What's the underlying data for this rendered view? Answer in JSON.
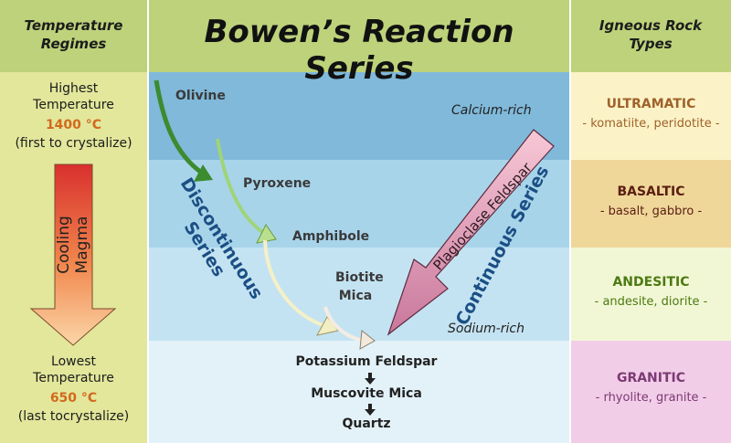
{
  "left": {
    "header": "Temperature Regimes",
    "high_label_1": "Highest",
    "high_label_2": "Temperature",
    "high_temp": "1400 °C",
    "high_note": "(first to crystalize)",
    "arrow_label": "Cooling Magma",
    "low_label_1": "Lowest",
    "low_label_2": "Temperature",
    "low_temp": "650 °C",
    "low_note": "(last tocrystalize)"
  },
  "center": {
    "title": "Bowen’s Reaction Series",
    "minerals": {
      "olivine": "Olivine",
      "pyroxene": "Pyroxene",
      "amphibole": "Amphibole",
      "biotite_1": "Biotite",
      "biotite_2": "Mica",
      "potassium": "Potassium Feldspar",
      "muscovite": "Muscovite Mica",
      "quartz": "Quartz"
    },
    "discontinuous": "Discontinuous Series",
    "continuous": "Continuous Series",
    "plagioclase": "Plagioclase Feldspar",
    "calcium": "Calcium-rich",
    "sodium": "Sodium-rich"
  },
  "right": {
    "header": "Igneous Rock Types",
    "types": [
      {
        "name": "ULTRAMATIC",
        "examples": "- komatiite, peridotite -",
        "color": "#a0612a",
        "bg": "#fbf3c7"
      },
      {
        "name": "BASALTIC",
        "examples": "- basalt, gabbro -",
        "color": "#5a1d10",
        "bg": "#efd79a"
      },
      {
        "name": "ANDESITIC",
        "examples": "- andesite, diorite -",
        "color": "#4c7a12",
        "bg": "#f1f7d4"
      },
      {
        "name": "GRANITIC",
        "examples": "- rhyolite, granite -",
        "color": "#7c3a74",
        "bg": "#f2cde8"
      }
    ]
  },
  "colors": {
    "band1": "#80b9da",
    "band2": "#a8d4ea",
    "band3": "#c4e3f2",
    "band4": "#e3f2f9",
    "series_text": "#1b4f84"
  }
}
